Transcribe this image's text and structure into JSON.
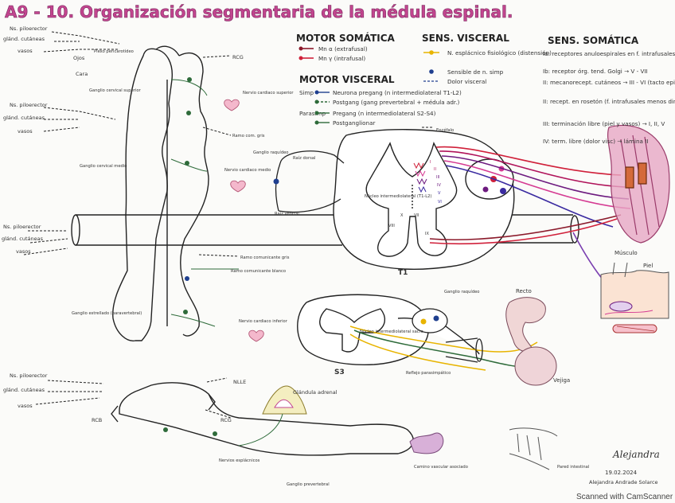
{
  "title": "A9 - 10. Organización segmentaria de la médula espinal.",
  "legend": {
    "motor_somatica": {
      "heading": "MOTOR SOMÁTICA",
      "items": [
        "Mn α (extrafusal)",
        "Mn γ (intrafusal)"
      ]
    },
    "motor_visceral": {
      "heading": "MOTOR VISCERAL",
      "simp_label": "Simp",
      "simp_items": [
        "Neurona pregang (n intermediolateral T1-L2)",
        "Postgang (gang prevertebral + médula adr.)"
      ],
      "parasimp_label": "Parasimp",
      "parasimp_items": [
        "Pregang (n intermediolateral S2-S4)",
        "Postganglionar"
      ]
    },
    "sens_visceral": {
      "heading": "SENS. VISCERAL",
      "items": [
        "N. esplácnico fisiológico (distensión)",
        "Sensible de n. simp",
        "Dolor visceral"
      ]
    },
    "sens_somatica": {
      "heading": "SENS. SOMÁTICA",
      "items": [
        "Ia: receptores anuloespirales en f. intrafusales → IV - VII y IX",
        "Ib: receptor órg. tend. Golgi → V - VII",
        "II: mecanorecept. cutáneos → III - VI (tacto epicrítico y vibración)",
        "II: recept. en rosetón (f. intrafusales menos dinámicas) → III - VII y IX",
        "III: terminación libre (piel y vasos) → I, II, V",
        "IV: term. libre (dolor visc) → lámina II"
      ]
    }
  },
  "labels": {
    "ns_piloerector": "Ns. piloerector",
    "glandulas_cutaneas": "glánd. cutáneas",
    "vasos": "vasos",
    "ojos": "Ojos",
    "plexo_pericarotideo": "Plexo pericarotídeo",
    "cara": "Cara",
    "ganglio_cervical_superior": "Ganglio cervical superior",
    "ganglio_cervical_medio": "Ganglio cervical medio",
    "ganglio_estrellado": "Ganglio estrellado (paravertebral)",
    "ganglio_prevertebral": "Ganglio prevertebral",
    "rcg_1": "RCG",
    "rcg_2": "RCG",
    "rcb": "RCB",
    "nlle": "NLLE",
    "nervio_cardiaco_superior": "Nervio cardiaco superior",
    "nervio_cardiaco_medio": "Nervio cardiaco medio",
    "nervio_cardiaco_inferior": "Nervio cardiaco inferior",
    "ramo_com_gris": "Ramo com. gris",
    "ramo_comunicante_gris": "Ramo comunicante gris",
    "ramo_comunicante_blanco": "Ramo comunicante blanco",
    "ganglio_raquideo": "Ganglio raquídeo",
    "raiz_dorsal": "Raíz dorsal",
    "raiz_ventral": "Raíz ventral",
    "encefalo": "Encéfalo",
    "nucleo_intermediolateral": "Núcleo intermediolateral (T1-L2)",
    "t1": "T1",
    "s3": "S3",
    "nucleo_parasimpatico": "Núcleo intermediolateral sacro",
    "reflejo_parasimpatico": "Reflejo parasimpático",
    "ganglio_raquideo_s3": "Ganglio raquídeo",
    "recto": "Recto",
    "vejiga": "Vejiga",
    "musculo": "Músculo",
    "piel": "Piel",
    "glandula_adrenal": "Glándula adrenal",
    "nervios_esplacnicos": "Nervios esplácnicos",
    "camino_vascular": "Camino vascular asociado",
    "pared_intestinal": "Pared intestinal",
    "laminas": [
      "I",
      "II",
      "III",
      "IV",
      "V",
      "VI",
      "VII",
      "VIII",
      "IX",
      "X"
    ]
  },
  "signature": {
    "name": "Alejandra",
    "date": "19.02.2024",
    "author": "Alejandra Andrade Solarce"
  },
  "scanner": "Scanned with CamScanner",
  "colors": {
    "title": "#c2458f",
    "mn_alpha": "#8b1a2b",
    "mn_gamma": "#d0203a",
    "simp_pre": "#1f3f8f",
    "simp_post": "#2e6b3a",
    "parasimp": "#2e6b3a",
    "sens_visceral": "#e8b400",
    "sens_simp": "#1f3f8f",
    "dolor_visceral": "#1f3f8f",
    "ia": "#b0135a",
    "ib": "#3a2aa0",
    "ii": "#6d1a7f",
    "iii": "#d53a92",
    "iv": "#7a3fb0",
    "heart": "#f4b8cc",
    "muscle": "#e7a7c4"
  }
}
